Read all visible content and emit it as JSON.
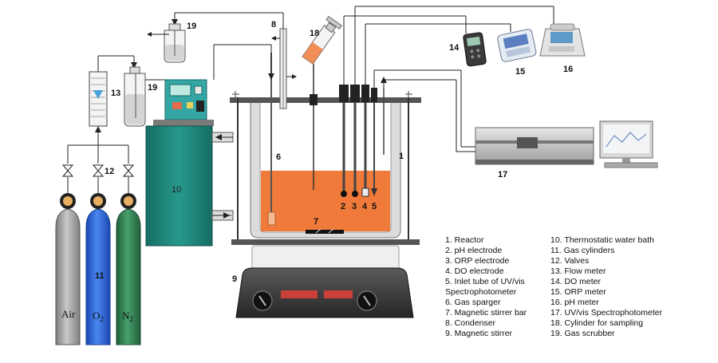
{
  "colors": {
    "solution": "#f07a3a",
    "bath": "#1f8c80",
    "air_cylinder": "#9a9a9a",
    "o2_cylinder": "#2a63d8",
    "n2_cylinder": "#2f7d4e",
    "cap": "#e8b060"
  },
  "gases": {
    "air": "Air",
    "o2": {
      "main": "O",
      "sub": "2"
    },
    "n2": {
      "main": "N",
      "sub": "2"
    }
  },
  "markers": {
    "n1": "1",
    "n2": "2",
    "n3": "3",
    "n4": "4",
    "n5": "5",
    "n6": "6",
    "n7": "7",
    "n8": "8",
    "n9": "9",
    "n10": "10",
    "n11": "11",
    "n12": "12",
    "n13": "13",
    "n14": "14",
    "n15": "15",
    "n16": "16",
    "n17": "17",
    "n18": "18",
    "n19a": "19",
    "n19b": "19"
  },
  "legend": {
    "left": [
      "1. Reactor",
      "2. pH electrode",
      "3. ORP electrode",
      "4. DO electrode",
      "5. Inlet tube of UV/vis",
      "Spectrophotometer",
      "6. Gas sparger",
      "7. Magnetic stirrer bar",
      "8. Condenser",
      "9. Magnetic stirrer"
    ],
    "right": [
      "10. Thermostatic water bath",
      "11. Gas cylinders",
      "12. Valves",
      "13. Flow meter",
      "14. DO meter",
      "15. ORP meter",
      "16. pH meter",
      "17. UV/vis Spectrophotometer",
      "18. Cylinder for sampling",
      "19. Gas scrubber"
    ]
  }
}
